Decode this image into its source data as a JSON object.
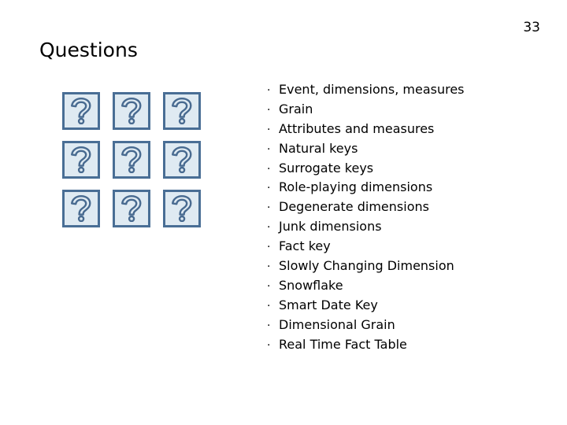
{
  "slide": {
    "page_number": "33",
    "title": "Questions",
    "background_color": "#ffffff",
    "text_color": "#000000"
  },
  "icon_grid": {
    "icon_name": "question-mark-icon",
    "rows": 3,
    "columns": 3,
    "count": 9,
    "box_fill_color": "#dfeaf2",
    "box_border_color": "#496e95",
    "glyph_color": "#486a90",
    "glyph": "?",
    "items": [
      {
        "label": "?"
      },
      {
        "label": "?"
      },
      {
        "label": "?"
      },
      {
        "label": "?"
      },
      {
        "label": "?"
      },
      {
        "label": "?"
      },
      {
        "label": "?"
      },
      {
        "label": "?"
      },
      {
        "label": "?"
      }
    ]
  },
  "bullet_list": {
    "bullet_glyph": "·",
    "items": [
      {
        "text": "Event, dimensions, measures"
      },
      {
        "text": "Grain"
      },
      {
        "text": "Attributes and measures"
      },
      {
        "text": "Natural keys"
      },
      {
        "text": "Surrogate keys"
      },
      {
        "text": "Role-playing dimensions"
      },
      {
        "text": "Degenerate dimensions"
      },
      {
        "text": "Junk dimensions"
      },
      {
        "text": "Fact key"
      },
      {
        "text": "Slowly Changing Dimension"
      },
      {
        "text": "Snowflake"
      },
      {
        "text": "Smart Date Key"
      },
      {
        "text": "Dimensional Grain"
      },
      {
        "text": "Real Time Fact Table"
      }
    ]
  }
}
